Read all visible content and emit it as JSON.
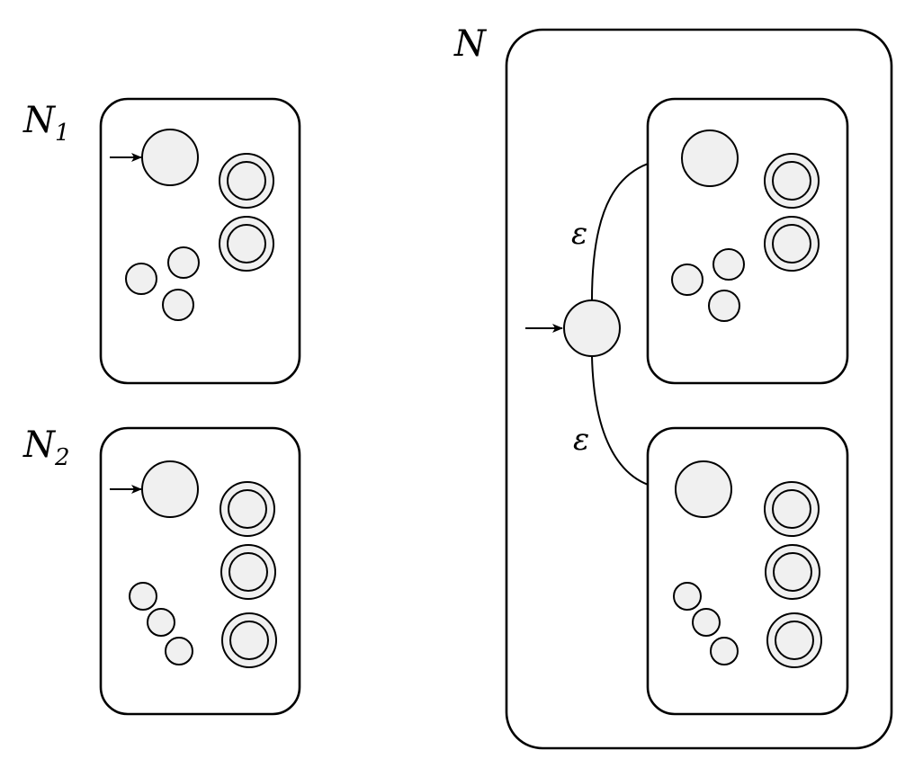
{
  "labels": {
    "n1_main": "N",
    "n1_sub": "1",
    "n2_main": "N",
    "n2_sub": "2",
    "n_main": "N",
    "eps_top": "ε",
    "eps_bottom": "ε"
  },
  "colors": {
    "state_fill": "#f0f0f0",
    "stroke": "#000000",
    "background": "#ffffff"
  }
}
